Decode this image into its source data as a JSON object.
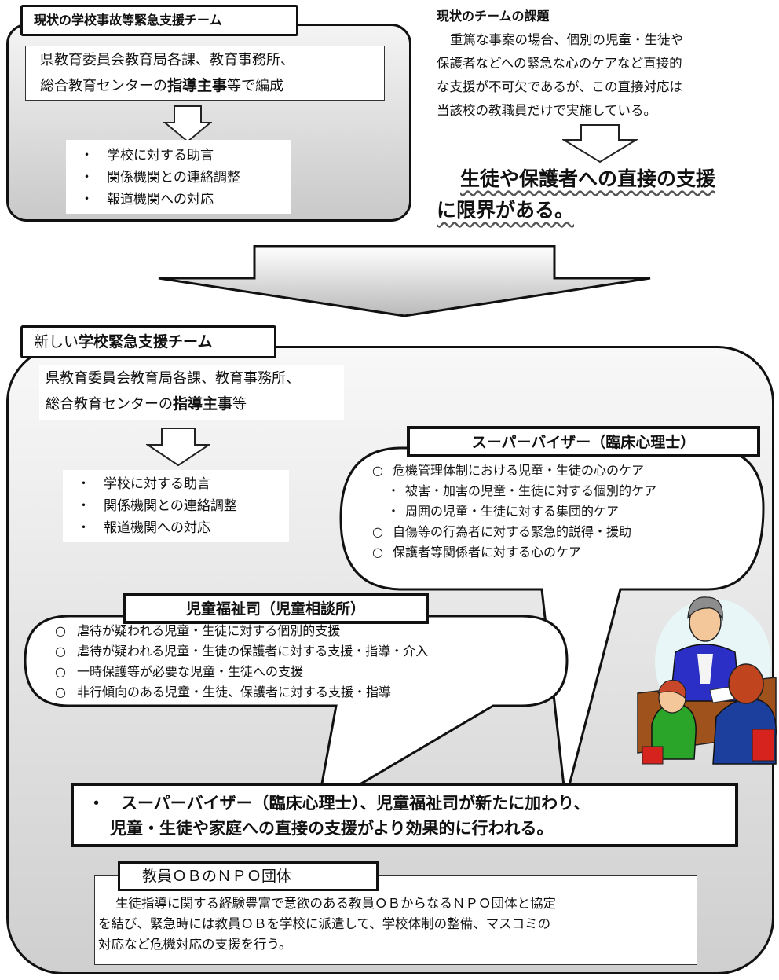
{
  "top_left": {
    "title": "現状の学校事故等緊急支援チーム",
    "composition_l1": "県教育委員会教育局各課、教育事務所、",
    "composition_l2a": "総合教育センターの",
    "composition_l2b": "指導主事",
    "composition_l2c": "等で編成",
    "duties": [
      "学校に対する助言",
      "関係機関との連絡調整",
      "報道機関への対応"
    ]
  },
  "top_right": {
    "heading": "現状のチームの課題",
    "text_l1": "重篤な事案の場合、個別の児童・生徒や",
    "text_l2": "保護者などへの緊急な心のケアなど直接的",
    "text_l3": "な支援が不可欠であるが、この直接対応は",
    "text_l4": "当該校の教職員だけで実施している。",
    "conclusion_l1": "生徒や保護者への直接の支援",
    "conclusion_l2": "に限界がある。"
  },
  "new_team": {
    "title_a": "新しい",
    "title_b": "学校緊急支援チーム",
    "composition_l1": "県教育委員会教育局各課、教育事務所、",
    "composition_l2a": "総合教育センターの",
    "composition_l2b": "指導主事",
    "composition_l2c": "等",
    "duties": [
      "学校に対する助言",
      "関係機関との連絡調整",
      "報道機関への対応"
    ]
  },
  "supervisor": {
    "title": "スーパーバイザー（臨床心理士）",
    "items": [
      {
        "mark": "○",
        "text": "危機管理体制における児童・生徒の心のケア"
      },
      {
        "mark": "・",
        "text": "被害・加害の児童・生徒に対する個別的ケア"
      },
      {
        "mark": "・",
        "text": "周囲の児童・生徒に対する集団的ケア"
      },
      {
        "mark": "○",
        "text": "自傷等の行為者に対する緊急的説得・援助"
      },
      {
        "mark": "○",
        "text": "保護者等関係者に対する心のケア"
      }
    ]
  },
  "welfare": {
    "title": "児童福祉司（児童相談所）",
    "items": [
      {
        "mark": "○",
        "text": "虐待が疑われる児童・生徒に対する個別的支援"
      },
      {
        "mark": "○",
        "text": "虐待が疑われる児童・生徒の保護者に対する支援・指導・介入"
      },
      {
        "mark": "○",
        "text": "一時保護等が必要な児童・生徒への支援"
      },
      {
        "mark": "○",
        "text": "非行傾向のある児童・生徒、保護者に対する支援・指導"
      }
    ]
  },
  "summary": {
    "l1": "・　スーパーバイザー（臨床心理士）、児童福祉司が新たに加わり、",
    "l2": "児童・生徒や家庭への直接の支援がより効果的に行われる。"
  },
  "npo": {
    "title": "教員ＯＢのＮＰＯ団体",
    "text_l1": "生徒指導に関する経験豊富で意欲のある教員ＯＢからなるＮＰＯ団体と協定",
    "text_l2": "を結び、緊急時には教員ＯＢを学校に派遣して、学校体制の整備、マスコミの",
    "text_l3": "対応など危機対応の支援を行う。"
  }
}
